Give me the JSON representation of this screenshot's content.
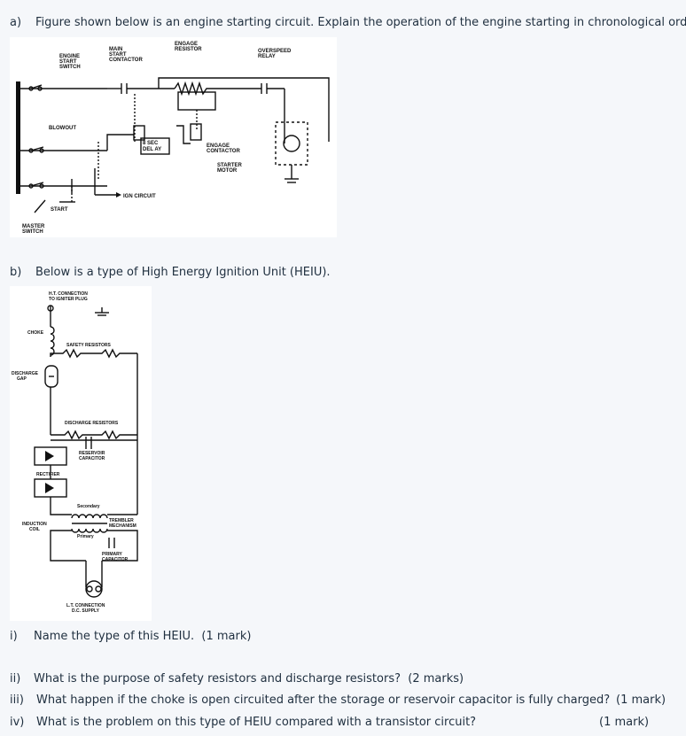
{
  "part_a": {
    "label": "a)",
    "text": "Figure shown below is an engine starting circuit. Explain the operation of the engine starting in chronological order.",
    "figure_labels": {
      "engage_resistor": [
        "ENGAGE",
        "RESISTOR"
      ],
      "main_start_contactor": [
        "MAIN",
        "START",
        "CONTACTOR"
      ],
      "engine_start_switch": [
        "ENGINE",
        "START",
        "SWITCH"
      ],
      "overspeed_relay": [
        "OVERSPEED",
        "RELAY"
      ],
      "blowout": "BLOWOUT",
      "sec_delay": [
        "8 SEC",
        "DEL AY"
      ],
      "engage_contactor": [
        "ENGAGE",
        "CONTACTOR"
      ],
      "starter_motor": [
        "STARTER",
        "MOTOR"
      ],
      "ign_circuit": "IGN CIRCUIT",
      "start": "START",
      "master_switch": [
        "MASTER",
        "SWITCH"
      ]
    }
  },
  "part_b": {
    "label": "b)",
    "text": "Below is a type of High Energy Ignition Unit (HEIU).",
    "figure_labels": {
      "ht_connection": [
        "H.T. CONNECTION",
        "TO IGNITER PLUG"
      ],
      "choke": "CHOKE",
      "safety_resistors": "SAFETY RESISTORS",
      "discharge_gap": [
        "DISCHARGE",
        "GAP"
      ],
      "discharge_resistors": "DISCHARGE RESISTORS",
      "reservoir_capacitor": [
        "RESERVOIR",
        "CAPACITOR"
      ],
      "rectifier": "RECTIFIER",
      "secondary": "Secondary",
      "induction_coil": [
        "INDUCTION",
        "COIL"
      ],
      "trembler_mechanism": [
        "TREMBLER",
        "MECHANISM"
      ],
      "primary": "Primary",
      "primary_capacitor": [
        "PRIMARY",
        "CAPACITOR"
      ],
      "lt_connection": [
        "L.T. CONNECTION",
        "D.C. SUPPLY"
      ]
    }
  },
  "questions": [
    {
      "num": "i)",
      "text": "Name the type of this HEIU.",
      "marks": "(1 mark)"
    },
    {
      "num": "ii)",
      "text": "What is the purpose of safety resistors and discharge resistors?",
      "marks": "(2 marks)"
    },
    {
      "num": "iii)",
      "text": "What happen if the choke is open circuited after the storage or reservoir capacitor is fully charged?",
      "marks": "(1 mark)"
    },
    {
      "num": "iv)",
      "text": "What is the problem on this type of HEIU compared with a transistor circuit?",
      "marks": "(1 mark)"
    }
  ],
  "colors": {
    "text": "#1f2f3f",
    "page": "#f5f7fa",
    "figure_bg": "#ffffff"
  }
}
